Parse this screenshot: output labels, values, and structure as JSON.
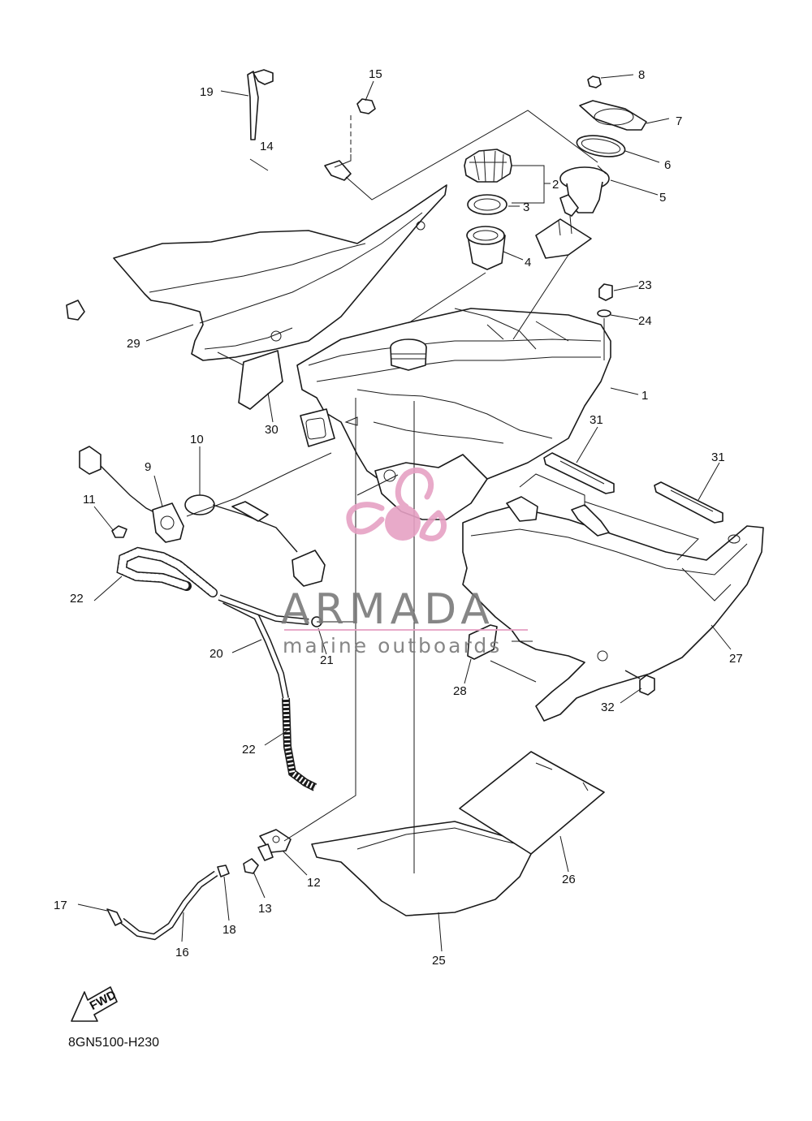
{
  "diagram_code": "8GN5100-H230",
  "fwd_label": "FWD",
  "watermark": {
    "brand": "ARMADA",
    "tagline": "marine outboards",
    "brand_color": "#7a7a7a",
    "logo_color": "#e6a1c4"
  },
  "callouts": [
    {
      "id": "p1",
      "label": "1"
    },
    {
      "id": "p2",
      "label": "2"
    },
    {
      "id": "p3",
      "label": "3"
    },
    {
      "id": "p4",
      "label": "4"
    },
    {
      "id": "p5",
      "label": "5"
    },
    {
      "id": "p6",
      "label": "6"
    },
    {
      "id": "p7",
      "label": "7"
    },
    {
      "id": "p8",
      "label": "8"
    },
    {
      "id": "p9",
      "label": "9"
    },
    {
      "id": "p10",
      "label": "10"
    },
    {
      "id": "p11",
      "label": "11"
    },
    {
      "id": "p12",
      "label": "12"
    },
    {
      "id": "p13",
      "label": "13"
    },
    {
      "id": "p14",
      "label": "14"
    },
    {
      "id": "p15",
      "label": "15"
    },
    {
      "id": "p16",
      "label": "16"
    },
    {
      "id": "p17",
      "label": "17"
    },
    {
      "id": "p18",
      "label": "18"
    },
    {
      "id": "p19",
      "label": "19"
    },
    {
      "id": "p20",
      "label": "20"
    },
    {
      "id": "p21",
      "label": "21"
    },
    {
      "id": "p22a",
      "label": "22"
    },
    {
      "id": "p22b",
      "label": "22"
    },
    {
      "id": "p23",
      "label": "23"
    },
    {
      "id": "p24",
      "label": "24"
    },
    {
      "id": "p25",
      "label": "25"
    },
    {
      "id": "p26",
      "label": "26"
    },
    {
      "id": "p27",
      "label": "27"
    },
    {
      "id": "p28",
      "label": "28"
    },
    {
      "id": "p29",
      "label": "29"
    },
    {
      "id": "p30",
      "label": "30"
    },
    {
      "id": "p31a",
      "label": "31"
    },
    {
      "id": "p31b",
      "label": "31"
    },
    {
      "id": "p32",
      "label": "32"
    }
  ]
}
